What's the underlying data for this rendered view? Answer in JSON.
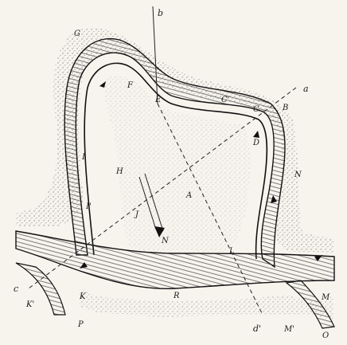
{
  "figure": {
    "labels": {
      "a": "a",
      "b": "b",
      "c": "c",
      "d_prime": "d'",
      "A": "A",
      "B": "B",
      "C": "C",
      "C_prime": "C'",
      "D": "D",
      "E": "E",
      "F": "F",
      "G": "G",
      "H": "H",
      "I": "I",
      "I_prime": "I'",
      "J": "J",
      "K": "K",
      "K_prime": "K'",
      "L": "L",
      "M": "M",
      "M_prime": "M'",
      "N_center": "N",
      "N_right": "N",
      "O": "O",
      "P": "P",
      "R": "R"
    }
  }
}
